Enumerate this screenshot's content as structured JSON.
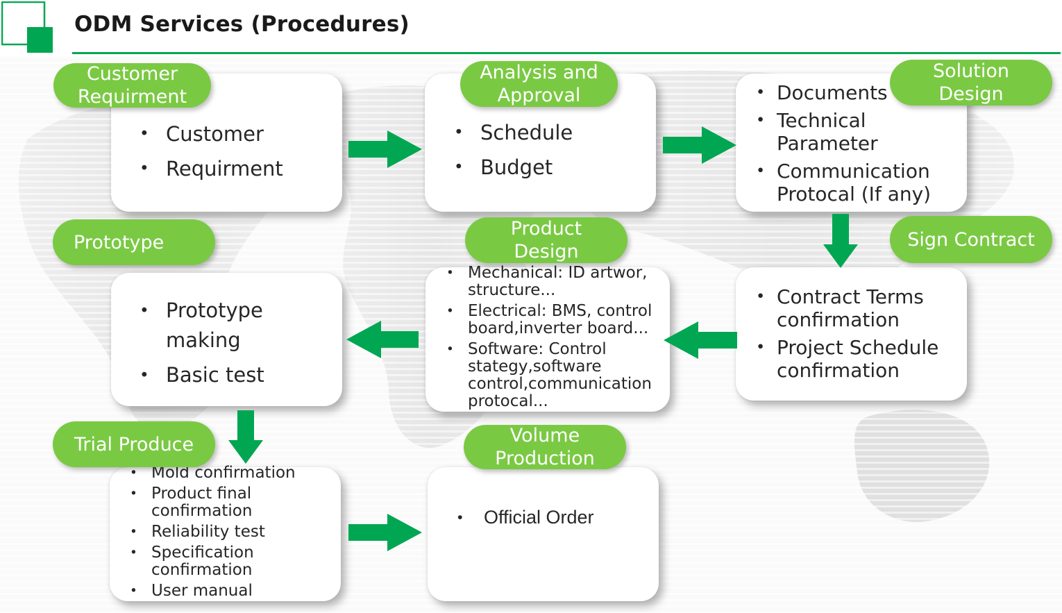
{
  "title": "ODM Services (Procedures)",
  "colors": {
    "accent_green": "#00a651",
    "pill_green": "#7ac943"
  },
  "steps": [
    {
      "label": "Customer\nRequirment",
      "items": [
        "Customer",
        "Requirment"
      ]
    },
    {
      "label": "Analysis and\nApproval",
      "items": [
        "Schedule",
        "Budget"
      ]
    },
    {
      "label": "Solution\nDesign",
      "items": [
        "Documents",
        "Technical\nParameter",
        "Communication\nProtocal (If any)"
      ]
    },
    {
      "label": "Sign Contract",
      "items": [
        "Contract Terms\nconfirmation",
        "Project Schedule\nconfirmation"
      ]
    },
    {
      "label": "Product\nDesign",
      "items": [
        "Mechanical: ID artwor,\nstructure...",
        "Electrical: BMS, control\nboard,inverter board...",
        "Software: Control\nstategy,software\ncontrol,communication\nprotocal..."
      ]
    },
    {
      "label": "Prototype",
      "items": [
        "Prototype\nmaking",
        "Basic test"
      ]
    },
    {
      "label": "Trial Produce",
      "items": [
        "Mold confirmation",
        "Product final\nconfirmation",
        "Reliability test",
        "Specification\nconfirmation",
        "User manual"
      ]
    },
    {
      "label": "Volume\nProduction",
      "items": [
        "Official Order"
      ]
    }
  ]
}
